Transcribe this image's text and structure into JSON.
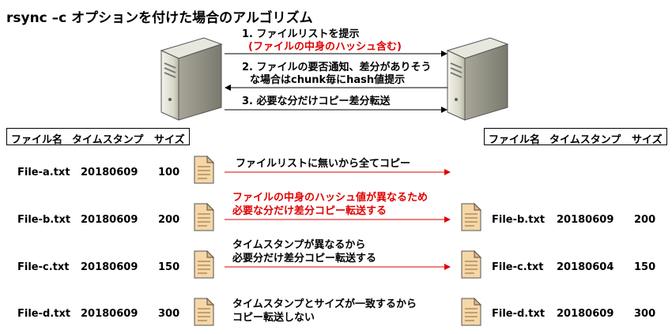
{
  "title": "rsync –c オプションを付けた場合のアルゴリズム",
  "messages": {
    "m1_line1": "1. ファイルリストを提示",
    "m1_line2": "(ファイルの中身のハッシュ含む)",
    "m2_line1": "2. ファイルの要否通知、差分がありそう",
    "m2_line2": "な場合はchunk毎にhash値提示",
    "m3": "3. 必要な分だけコピー差分転送"
  },
  "table_headers": [
    "ファイル名",
    "タイムスタンプ",
    "サイズ"
  ],
  "left_files": [
    {
      "name": "File-a.txt",
      "timestamp": "20180609",
      "size": "100"
    },
    {
      "name": "File-b.txt",
      "timestamp": "20180609",
      "size": "200"
    },
    {
      "name": "File-c.txt",
      "timestamp": "20180609",
      "size": "150"
    },
    {
      "name": "File-d.txt",
      "timestamp": "20180609",
      "size": "300"
    }
  ],
  "right_files": [
    {
      "name": "File-b.txt",
      "timestamp": "20180609",
      "size": "200"
    },
    {
      "name": "File-c.txt",
      "timestamp": "20180604",
      "size": "150"
    },
    {
      "name": "File-d.txt",
      "timestamp": "20180609",
      "size": "300"
    }
  ],
  "row_notes": {
    "a": "ファイルリストに無いから全てコピー",
    "b_line1": "ファイルの中身のハッシュ値が異なるため",
    "b_line2": "必要な分だけ差分コピー転送する",
    "c_line1": "タイムスタンプが異なるから",
    "c_line2": "必要分だけ差分コピー転送する",
    "d_line1": "タイムスタンプとサイズが一致するから",
    "d_line2": "コピー転送しない"
  },
  "colors": {
    "arrow_black": "#000000",
    "arrow_red": "#e00000",
    "highlight_text": "#e00000",
    "server_body": "#d9d7c7",
    "document_fill": "#f5d7a8"
  }
}
